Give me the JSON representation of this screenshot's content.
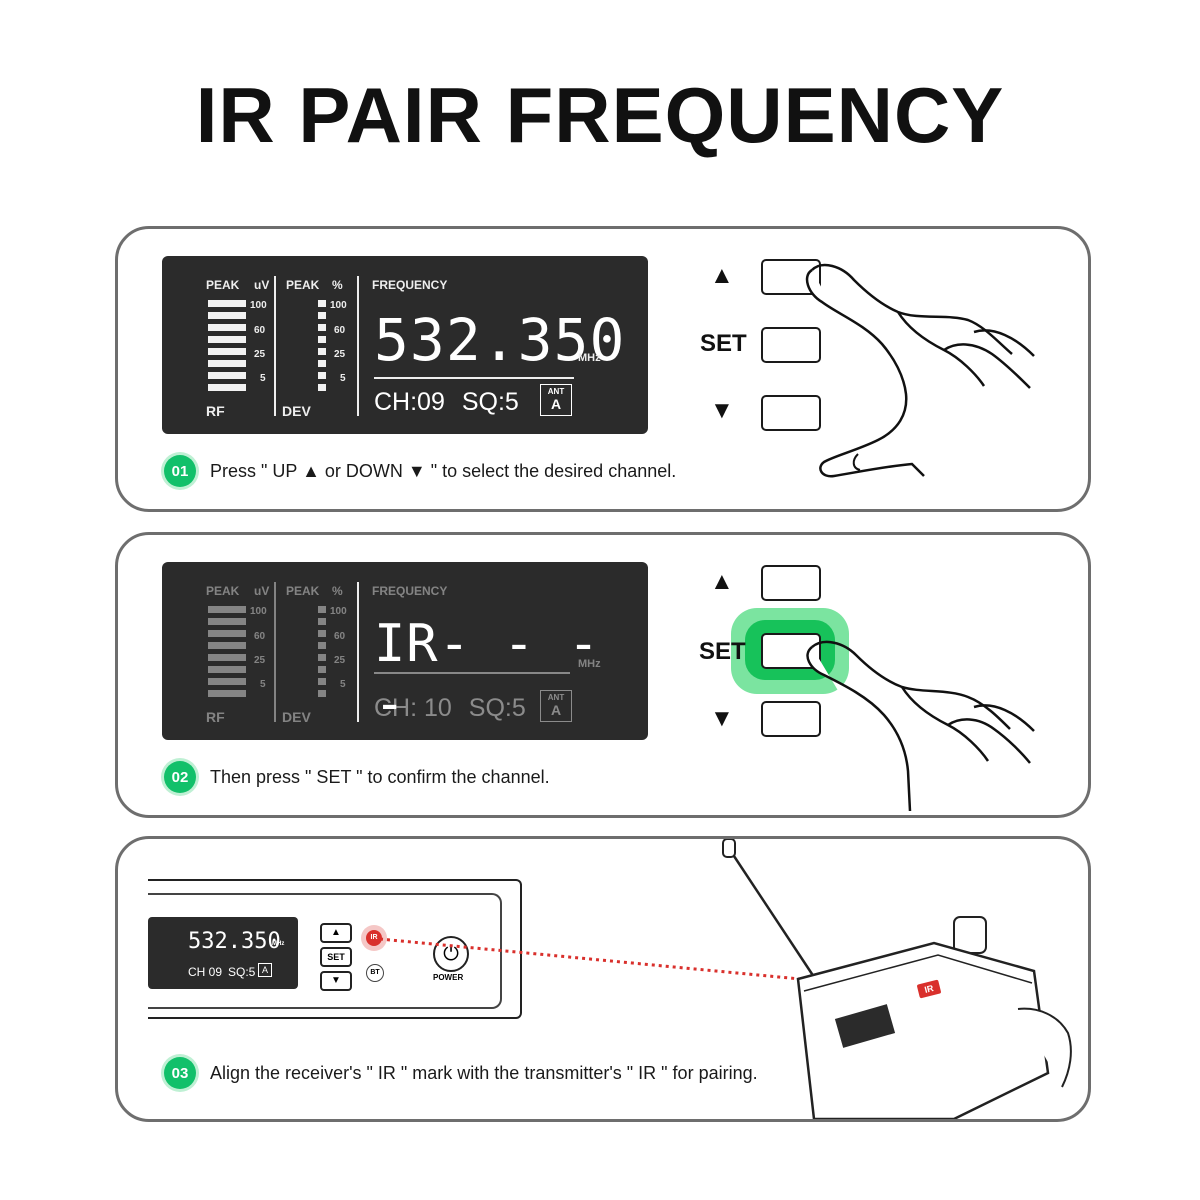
{
  "title": "IR PAIR FREQUENCY",
  "lcd_labels": {
    "peak_uv": "PEAK",
    "uv": "uV",
    "peak_pct": "PEAK",
    "pct": "%",
    "frequency": "FREQUENCY",
    "rf": "RF",
    "dev": "DEV",
    "mhz": "MHz",
    "ant": "ANT",
    "ant_value": "A",
    "scale": [
      "100",
      "60",
      "25",
      "5"
    ]
  },
  "step1": {
    "number": "01",
    "text": "Press \" UP ▲ or DOWN ▼ \" to select the desired channel.",
    "frequency": "532.350",
    "channel": "CH:09",
    "squelch": "SQ:5"
  },
  "step2": {
    "number": "02",
    "text": "Then press \" SET \" to confirm the channel.",
    "frequency": "IR- - - -",
    "channel": "CH: 10",
    "squelch": "SQ:5"
  },
  "step3": {
    "number": "03",
    "text": "Align the receiver's \" IR \" mark with the transmitter's \" IR \" for pairing.",
    "tx_frequency": "532.350",
    "tx_mhz": "MHz",
    "tx_channel": "CH 09",
    "tx_squelch": "SQ:5",
    "tx_ant": "A",
    "set_label": "SET",
    "ir_label": "IR",
    "bt_label": "BT",
    "power_label": "POWER",
    "rx_ir_label": "IR"
  },
  "buttons": {
    "set_label": "SET",
    "up_glyph": "▲",
    "down_glyph": "▼"
  },
  "colors": {
    "accent": "#12c06a",
    "ir_red": "#d9302c",
    "lcd_bg": "#2b2b2b"
  }
}
